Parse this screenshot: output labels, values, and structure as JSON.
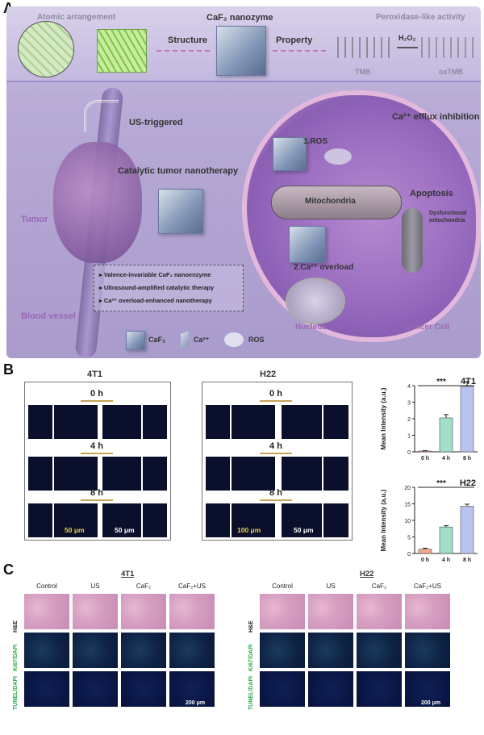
{
  "panel_labels": {
    "a": "A",
    "b": "B",
    "c": "C"
  },
  "panelA": {
    "atomic_arrangement": "Atomic arrangement",
    "nanozyme_title": "CaF₂ nanozyme",
    "structure": "Structure",
    "property": "Property",
    "peroxidase": "Peroxidase-like activity",
    "h2o2": "H₂O₂",
    "tmb": "TMB",
    "oxtmb": "oxTMB",
    "us_triggered": "US-triggered",
    "catalytic": "Catalytic tumor nanotherapy",
    "tumor": "Tumor",
    "blood_vessel": "Blood vessel",
    "ros1": "1.ROS",
    "mitochondria": "Mitochondria",
    "apoptosis": "Apoptosis",
    "dysfunctional": "Dysfunctional mitochondria",
    "ca_overload": "2.Ca²⁺ overload",
    "ca_efflux": "Ca²⁺ efflux inhibition",
    "nucleus": "Nucleus",
    "cancer_cell": "Cancer Cell",
    "legend_items": [
      "Valence-invariable CaF₂ nanoenzyme",
      "Ultrasound-amplified catalytic therapy",
      "Ca²⁺ overload-enhanced nanotherapy"
    ],
    "legend_arrow": "▸",
    "key_caf2": "CaF₂",
    "key_ca": "Ca²⁺",
    "key_ros": "ROS"
  },
  "panelB": {
    "left_title": "4T1",
    "right_title": "H22",
    "times": [
      "0 h",
      "4 h",
      "8 h"
    ],
    "left_scale_yellow": "50 μm",
    "left_scale_white": "50 μm",
    "right_scale_yellow": "100 μm",
    "right_scale_white": "50 μm"
  },
  "chart_data": [
    {
      "type": "bar",
      "title": "4T1",
      "ylabel": "Mean Intensity (a.u.)",
      "categories": [
        "0 h",
        "4 h",
        "8 h"
      ],
      "values": [
        0.05,
        2.05,
        3.95
      ],
      "errors": [
        0.02,
        0.2,
        0.3
      ],
      "ylim": [
        0,
        4
      ],
      "yticks": [
        "0",
        "1",
        "2",
        "3",
        "4"
      ],
      "significance": "***",
      "colors": [
        "#f2a68a",
        "#9fe0c6",
        "#b9c3ef"
      ]
    },
    {
      "type": "bar",
      "title": "H22",
      "ylabel": "Mean Intensity (a.u.)",
      "categories": [
        "0 h",
        "4 h",
        "8 h"
      ],
      "values": [
        1.3,
        8.0,
        14.3
      ],
      "errors": [
        0.3,
        0.4,
        0.6
      ],
      "ylim": [
        0,
        20
      ],
      "yticks": [
        "0",
        "5",
        "10",
        "15",
        "20"
      ],
      "significance": "***",
      "colors": [
        "#f2a68a",
        "#9fe0c6",
        "#b9c3ef"
      ]
    }
  ],
  "panelC": {
    "left_title": "4T1",
    "right_title": "H22",
    "columns": [
      "Control",
      "US",
      "CaF₂",
      "CaF₂+US"
    ],
    "rows": [
      "H&E",
      "Ki67/DAPI",
      "TUNEL/DAPI"
    ],
    "scale": "200 μm"
  }
}
